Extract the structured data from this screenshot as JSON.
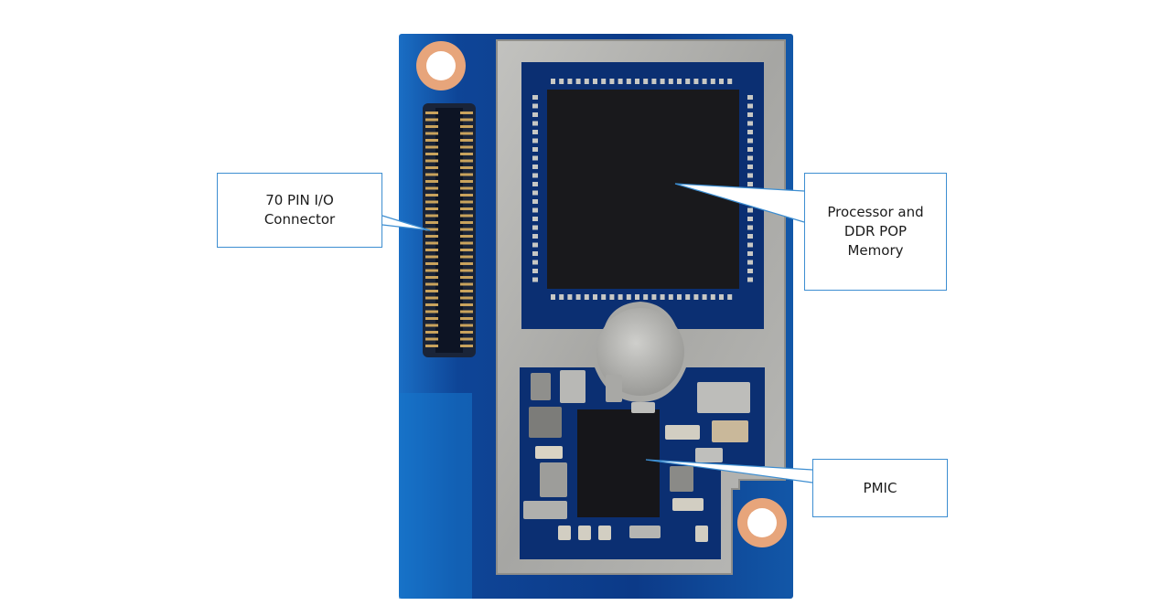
{
  "callouts": {
    "io_connector": "70 PIN I/O\nConnector",
    "processor": "Processor and\nDDR POP\nMemory",
    "pmic": "PMIC"
  },
  "colors": {
    "board_blue": "#0d3f8f",
    "board_edge": "#1f6fc0",
    "shield_silver": "#a9a9a6",
    "chip_black": "#1a1a1c",
    "pad_copper": "#e7a57b",
    "callout_border": "#3d8ed1"
  }
}
